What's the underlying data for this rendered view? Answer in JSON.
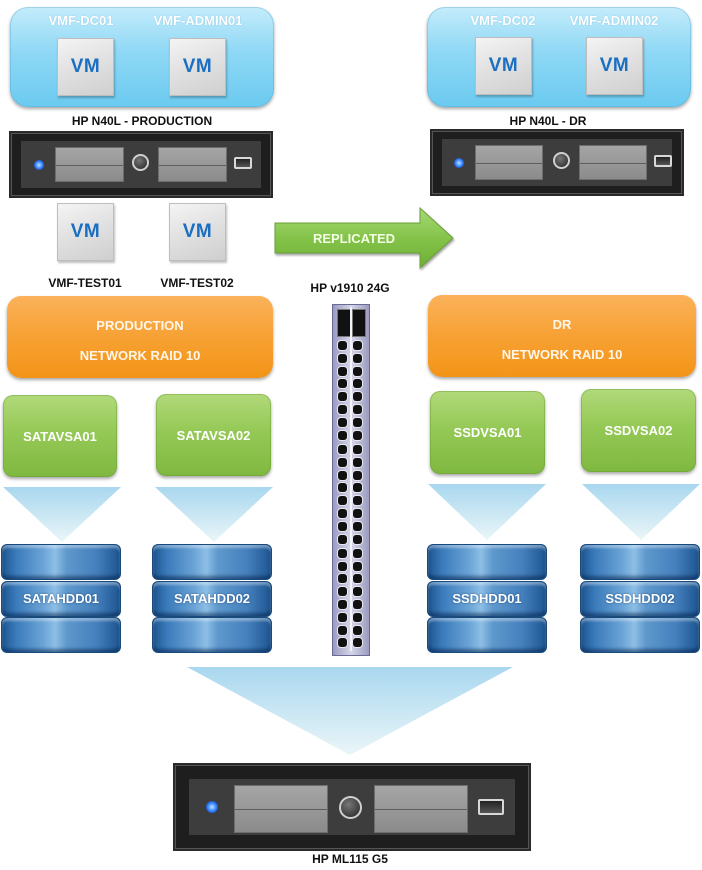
{
  "production_host": {
    "name": "HP N40L - PRODUCTION",
    "vms": [
      {
        "name": "VMF-DC01",
        "icon_text": "VM"
      },
      {
        "name": "VMF-ADMIN01",
        "icon_text": "VM"
      }
    ],
    "loose_vms": [
      {
        "name": "VMF-TEST01",
        "icon_text": "VM"
      },
      {
        "name": "VMF-TEST02",
        "icon_text": "VM"
      }
    ]
  },
  "dr_host": {
    "name": "HP N40L - DR",
    "vms": [
      {
        "name": "VMF-DC02",
        "icon_text": "VM"
      },
      {
        "name": "VMF-ADMIN02",
        "icon_text": "VM"
      }
    ]
  },
  "replication_arrow": {
    "label": "REPLICATED"
  },
  "switch": {
    "name": "HP v1910 24G",
    "ports": 48
  },
  "production_storage": {
    "cluster_title": "PRODUCTION",
    "cluster_subtitle": "NETWORK RAID 10",
    "vsas": [
      "SATAVSA01",
      "SATAVSA02"
    ],
    "disks": [
      "SATAHDD01",
      "SATAHDD02"
    ]
  },
  "dr_storage": {
    "cluster_title": "DR",
    "cluster_subtitle": "NETWORK RAID 10",
    "vsas": [
      "SSDVSA01",
      "SSDVSA02"
    ],
    "disks": [
      "SSDHDD01",
      "SSDHDD02"
    ]
  },
  "backup_server": {
    "name": "HP ML115 G5"
  },
  "colors": {
    "host_blue": "#8fd8f5",
    "vm_text_blue": "#1b6fc0",
    "raid_orange": "#f7a134",
    "vsa_green": "#95c956",
    "disk_blue": "#3b7bbb",
    "arrow_green": "#7cbf3f",
    "funnel_blue": "#b3dcf0"
  }
}
